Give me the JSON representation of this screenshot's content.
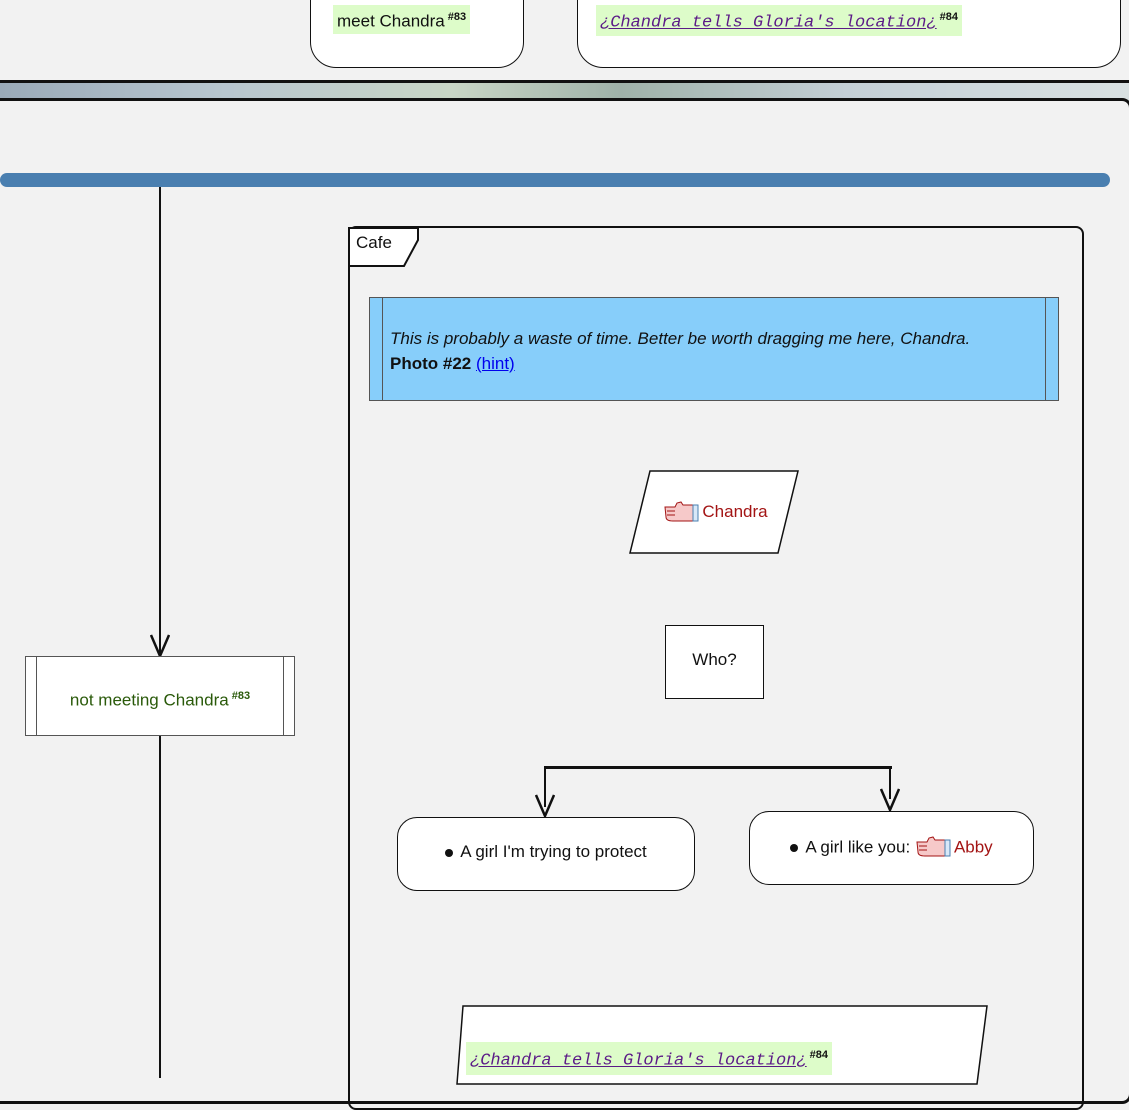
{
  "top": {
    "meet_label": "meet Chandra",
    "meet_ref": "#83",
    "location_link": "¿Chandra tells Gloria's location¿",
    "location_ref": "#84"
  },
  "cafe": {
    "tab_label": "Cafe",
    "note_quote": "This is probably a waste of time. Better be worth dragging me here, Chandra.",
    "note_photo": "Photo #22",
    "note_hint": "(hint)",
    "speaker": "Chandra",
    "question": "Who?",
    "option_1": "A girl I'm trying to protect",
    "option_2_prefix": "A girl like you:",
    "option_2_name": "Abby",
    "location_link": "¿Chandra tells Gloria's location¿",
    "location_ref": "#84"
  },
  "left_branch": {
    "label": "not meeting Chandra",
    "ref": "#83"
  },
  "colors": {
    "bar": "#4a7fb0",
    "note_bg": "#87cefa",
    "highlight": "#ddfcc9",
    "link": "#5b1a87",
    "name": "#a31414",
    "condition": "#2a5a0a"
  },
  "icons": [
    "pointing-hand-icon"
  ]
}
